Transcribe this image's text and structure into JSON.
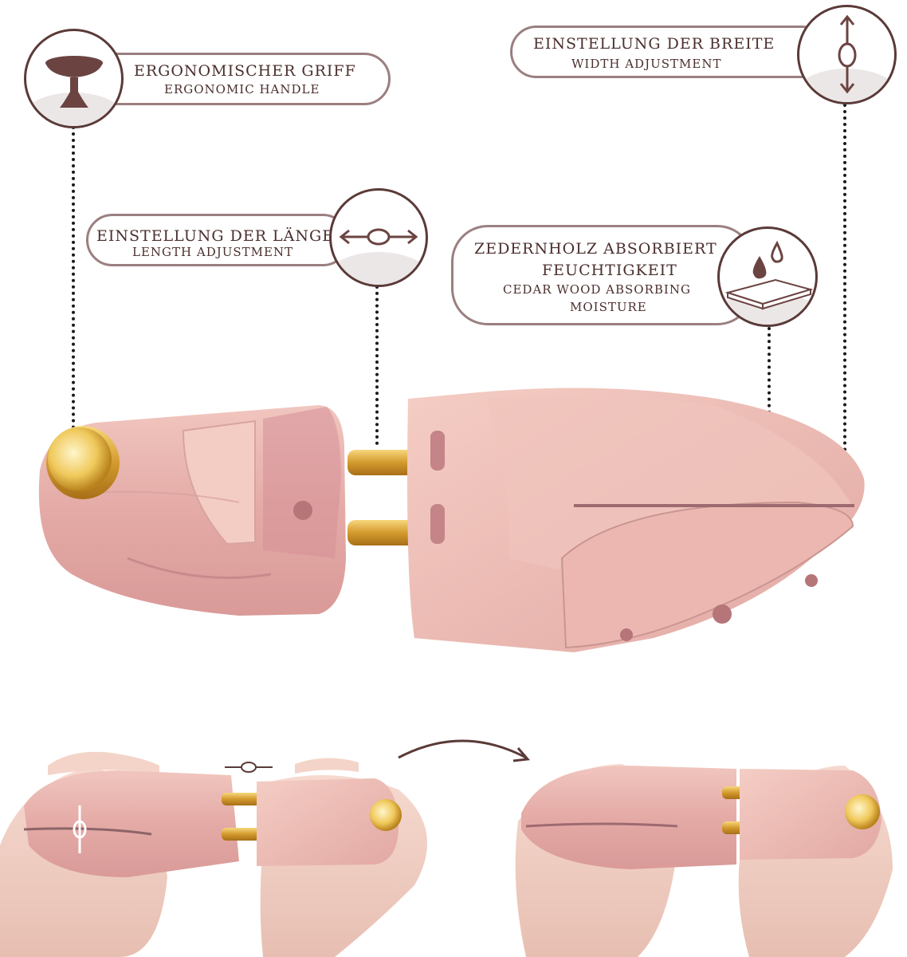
{
  "features": {
    "handle": {
      "title": "Ergonomischer Griff",
      "subtitle": "Ergonomic Handle"
    },
    "width": {
      "title": "Einstellung der Breite",
      "subtitle": "Width Adjustment"
    },
    "length": {
      "title": "Einstellung der Länge",
      "subtitle": "Length Adjustment"
    },
    "moisture": {
      "title_line1": "Zedernholz absorbiert",
      "title_line2": "Feuchtigkeit",
      "subtitle_line1": "Cedar Wood Absorbing",
      "subtitle_line2": "Moisture"
    }
  },
  "icons": [
    "handle-icon",
    "width-adjust-icon",
    "length-adjust-icon",
    "water-drops-icon",
    "curved-arrow-icon"
  ],
  "colors": {
    "brand": "#5a3a38",
    "border": "#9b7f80",
    "wood": "#e8b9b4",
    "brass": "#d9a63a"
  }
}
